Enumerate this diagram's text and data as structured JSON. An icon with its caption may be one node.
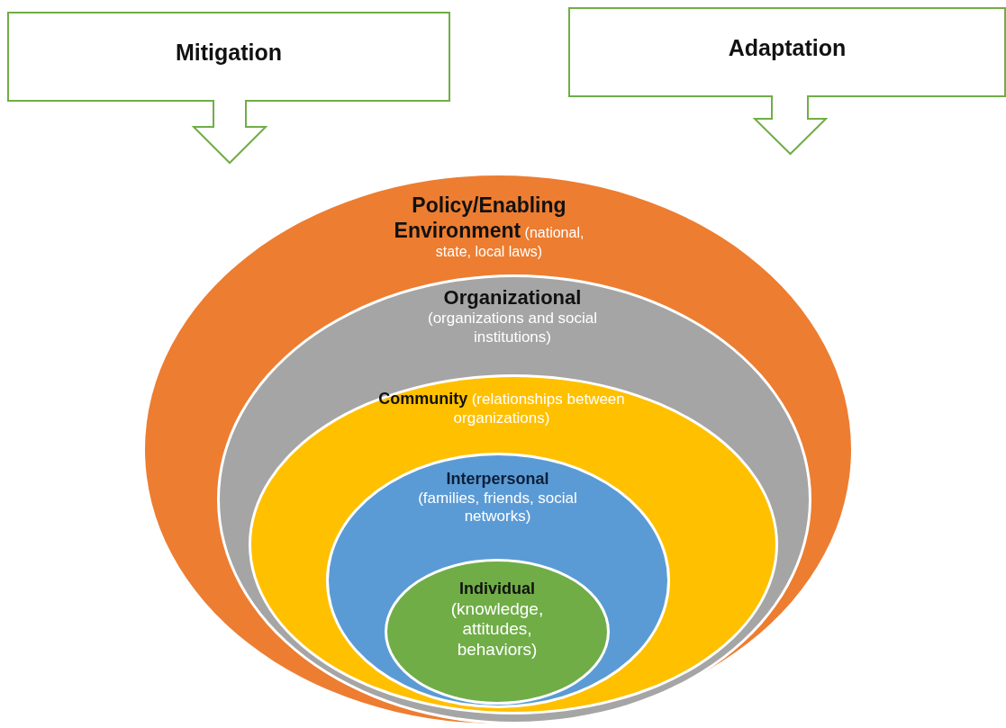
{
  "diagram": {
    "nodes": [
      {
        "text": [
          "Mitigation"
        ]
      },
      {
        "text": [
          "Adaptation"
        ]
      },
      {
        "text": [
          "Policy/Enabling Environment",
          "(national, state, local laws)"
        ]
      },
      {
        "text": [
          "Organizational",
          "(organizations and social institutions)"
        ],
        "in": 2
      },
      {
        "text": [
          "Community",
          "(relationships between organizations)"
        ],
        "in": 3
      },
      {
        "text": [
          "Interpersonal",
          "(families, friends, social networks)"
        ],
        "in": 4
      },
      {
        "text": [
          "Individual",
          "(knowledge, attitudes, behaviors)"
        ],
        "in": 5
      }
    ],
    "edges": []
  }
}
